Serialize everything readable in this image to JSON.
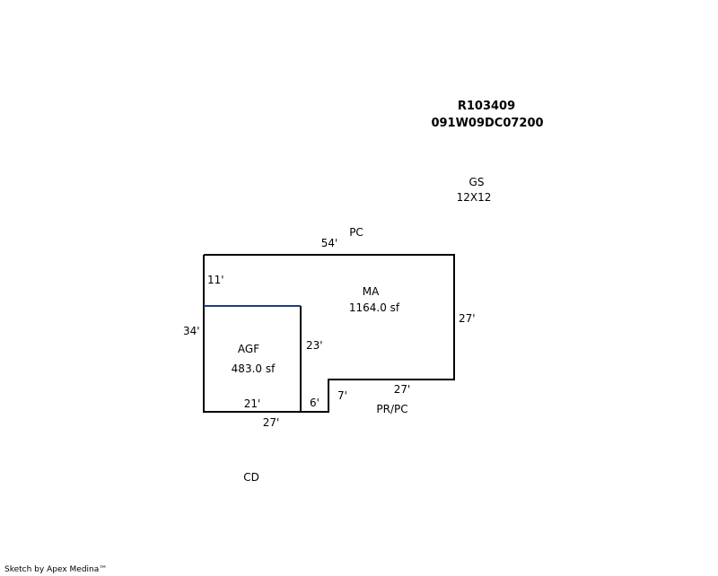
{
  "parcel": {
    "account_id": "R103409",
    "map_number": "091W09DC07200"
  },
  "areas": {
    "garage_shed": {
      "code": "GS",
      "size": "12X12"
    },
    "porch_top": {
      "code": "PC"
    },
    "main": {
      "code": "MA",
      "sqft": "1164.0 sf"
    },
    "garage": {
      "code": "AGF",
      "sqft": "483.0 sf"
    },
    "porch_bottom": {
      "code": "PR/PC"
    },
    "cd": {
      "code": "CD"
    }
  },
  "dimensions": {
    "top": "54'",
    "right": "27'",
    "left_total": "34'",
    "left_upper": "11'",
    "garage_right": "23'",
    "garage_bottom": "21'",
    "bottom_left": "27'",
    "step_small": "6'",
    "step_vertical": "7'",
    "bottom_right": "27'"
  },
  "colors": {
    "outline": "#000000",
    "garage_divider": "#1f3f7f"
  },
  "footer": {
    "credit": "Sketch by Apex Medina™"
  }
}
